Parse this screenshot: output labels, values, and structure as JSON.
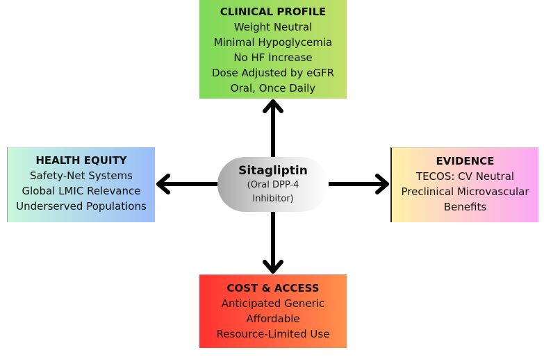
{
  "center": {
    "title": "Sitagliptin",
    "subtitle_lines": [
      "(Oral DPP-4",
      "Inhibitor)"
    ]
  },
  "boxes": {
    "clinical_profile": {
      "title": "CLINICAL PROFILE",
      "lines": [
        "Weight Neutral",
        "Minimal Hypoglycemia",
        "No HF Increase",
        "Dose Adjusted by eGFR",
        "Oral, Once Daily"
      ]
    },
    "health_equity": {
      "title": "HEALTH EQUITY",
      "lines": [
        "Safety-Net Systems",
        "Global LMIC Relevance",
        "Underserved Populations"
      ]
    },
    "evidence": {
      "title": "EVIDENCE",
      "lines": [
        "TECOS: CV Neutral",
        "Preclinical Microvascular",
        "Benefits"
      ]
    },
    "cost_access": {
      "title": "COST & ACCESS",
      "lines": [
        "Anticipated Generic",
        "Affordable",
        "Resource-Limited Use"
      ]
    }
  },
  "colors": {
    "clinical_gradient": [
      "#7ed957",
      "#c2e06a"
    ],
    "equity_gradient": [
      "#c8f7dc",
      "#9bbdf9"
    ],
    "evidence_gradient": [
      "#fff1a8",
      "#fca6f7"
    ],
    "cost_gradient": [
      "#ff3131",
      "#ff914d"
    ],
    "center_gradient": [
      "#a6a6a6",
      "#ffffff"
    ],
    "arrow": "#000000"
  }
}
